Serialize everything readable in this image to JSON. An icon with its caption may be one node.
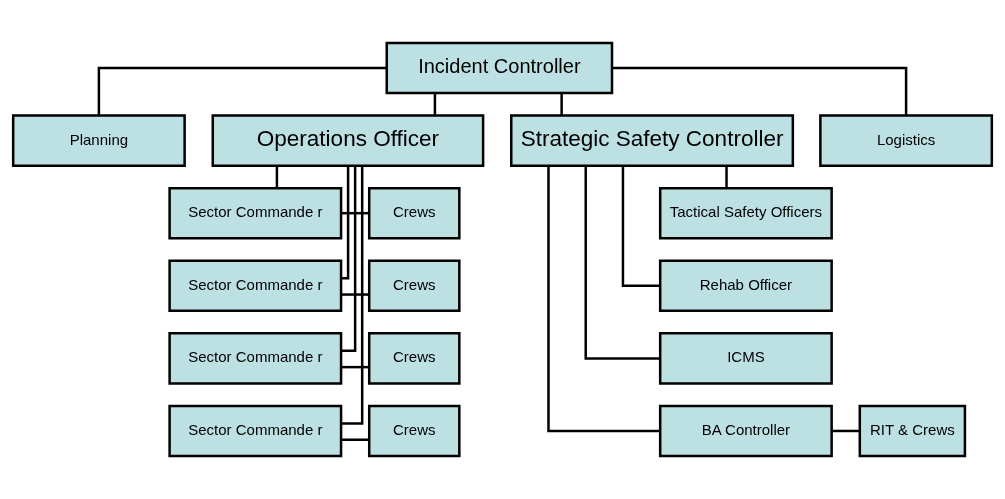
{
  "diagram": {
    "nodes": [
      {
        "text": [
          "Incident Controller"
        ]
      },
      {
        "text": [
          "Planning"
        ]
      },
      {
        "text": [
          "Operations Officer"
        ]
      },
      {
        "text": [
          "Strategic Safety Controller"
        ]
      },
      {
        "text": [
          "Logistics"
        ]
      },
      {
        "text": [
          "Sector Commande r"
        ]
      },
      {
        "text": [
          "Crews"
        ]
      },
      {
        "text": [
          "Sector Commande r"
        ]
      },
      {
        "text": [
          "Crews"
        ]
      },
      {
        "text": [
          "Sector Commande r"
        ]
      },
      {
        "text": [
          "Crews"
        ]
      },
      {
        "text": [
          "Sector Commande r"
        ]
      },
      {
        "text": [
          "Crews"
        ]
      },
      {
        "text": [
          "Tactical Safety Officers"
        ]
      },
      {
        "text": [
          "Rehab Officer"
        ]
      },
      {
        "text": [
          "ICMS"
        ]
      },
      {
        "text": [
          "BA Controller"
        ]
      },
      {
        "text": [
          "RIT & Crews"
        ]
      }
    ],
    "edges": [
      {
        "from": 0,
        "to": 1,
        "arrow": "none"
      },
      {
        "from": 0,
        "to": 2,
        "arrow": "none"
      },
      {
        "from": 0,
        "to": 3,
        "arrow": "none"
      },
      {
        "from": 0,
        "to": 4,
        "arrow": "none"
      },
      {
        "from": 2,
        "to": 5,
        "arrow": "none"
      },
      {
        "from": 2,
        "to": 7,
        "arrow": "none"
      },
      {
        "from": 2,
        "to": 9,
        "arrow": "none"
      },
      {
        "from": 2,
        "to": 11,
        "arrow": "none"
      },
      {
        "from": 5,
        "to": 6,
        "arrow": "none"
      },
      {
        "from": 7,
        "to": 8,
        "arrow": "none"
      },
      {
        "from": 9,
        "to": 10,
        "arrow": "none"
      },
      {
        "from": 11,
        "to": 12,
        "arrow": "none"
      },
      {
        "from": 3,
        "to": 13,
        "arrow": "none"
      },
      {
        "from": 3,
        "to": 14,
        "arrow": "none"
      },
      {
        "from": 3,
        "to": 15,
        "arrow": "none"
      },
      {
        "from": 3,
        "to": 16,
        "arrow": "none"
      },
      {
        "from": 16,
        "to": 17,
        "arrow": "none"
      }
    ]
  }
}
